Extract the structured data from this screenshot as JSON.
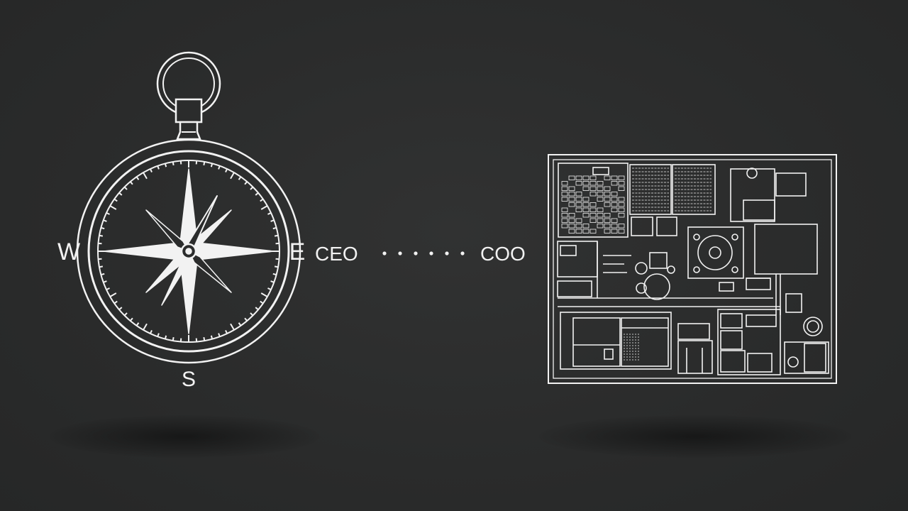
{
  "compass": {
    "icon": "compass-icon",
    "west": "W",
    "east": "E",
    "south": "S"
  },
  "link": {
    "from": "CEO",
    "to": "COO",
    "connector_icon": "dotted-line-icon"
  },
  "blueprint": {
    "icon": "floor-plan-icon"
  },
  "colors": {
    "background": "#2b2c2c",
    "line": "#f2f2f2"
  }
}
